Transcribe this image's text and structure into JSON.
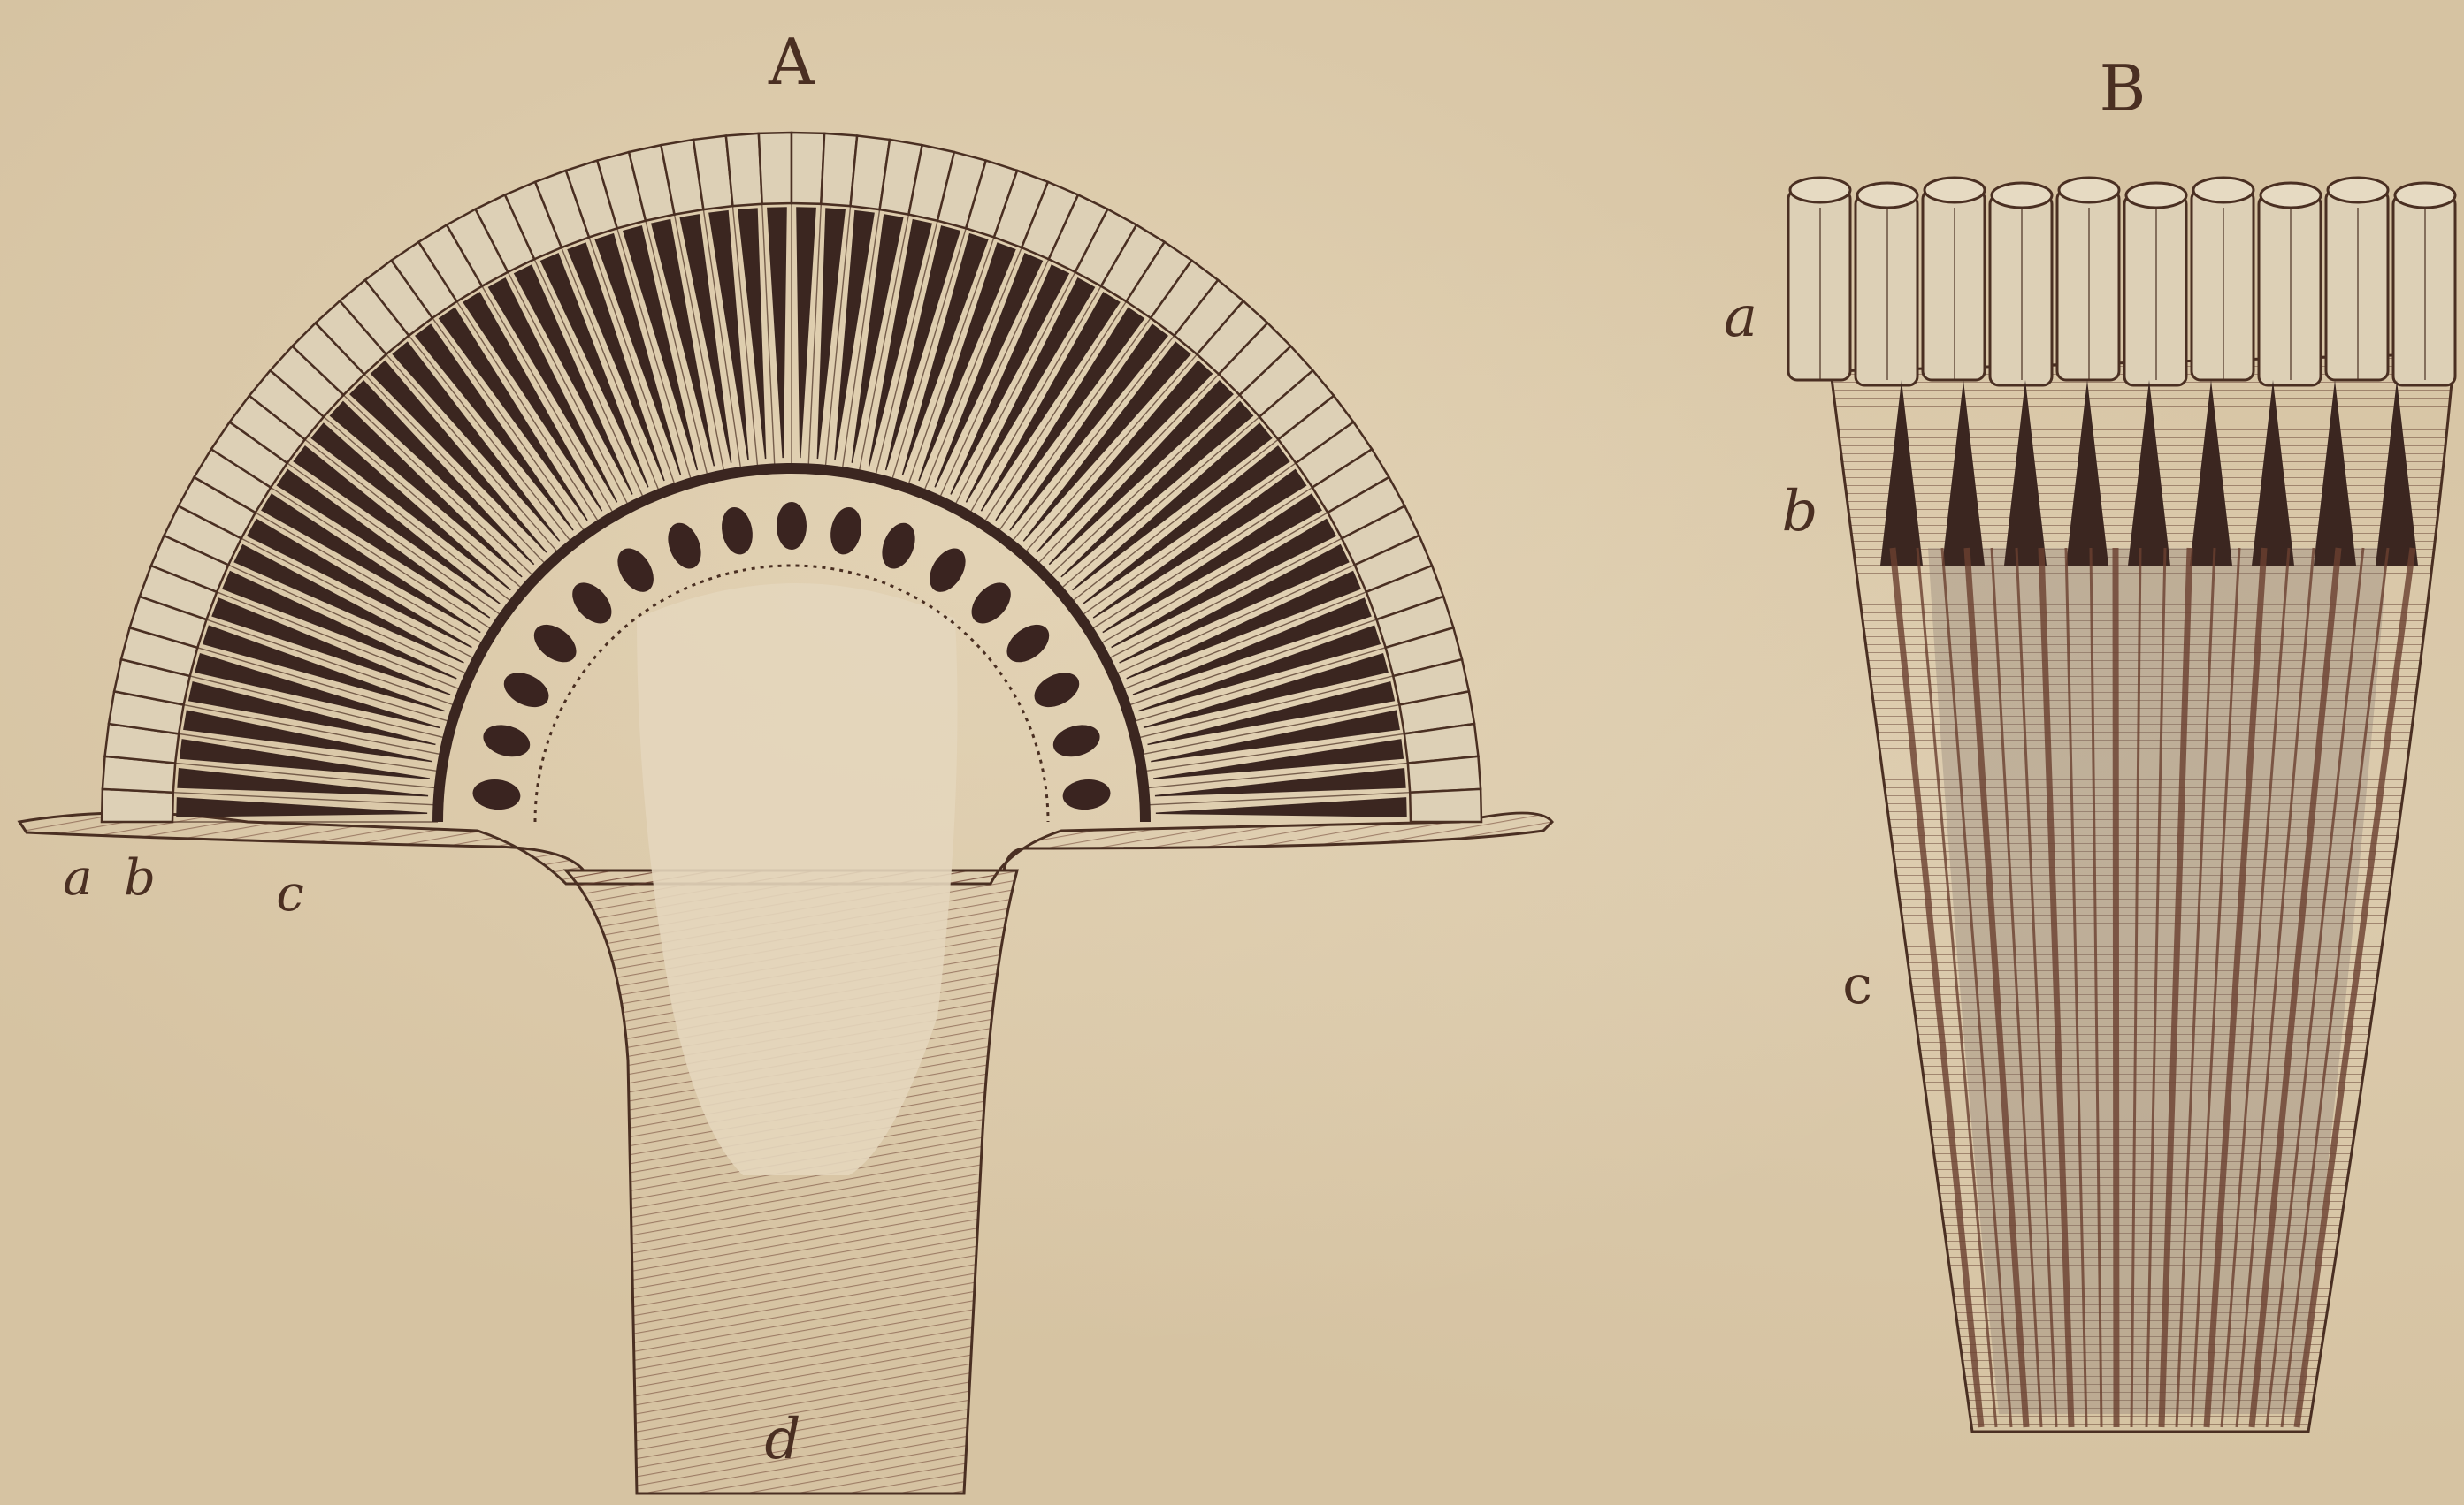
{
  "figure_a": {
    "title": "A",
    "labels": {
      "a": "a",
      "b": "b",
      "c": "c",
      "d": "d"
    }
  },
  "figure_b": {
    "title": "B",
    "labels": {
      "a": "a",
      "b": "b",
      "c": "c"
    }
  },
  "colors": {
    "ink": "#4a2f22",
    "cone": "#3b2620",
    "fiber": "#6b4030",
    "cell_fill": "#ddd0b6",
    "nucleus": "#3a2420",
    "background": "#d6c3a2"
  }
}
